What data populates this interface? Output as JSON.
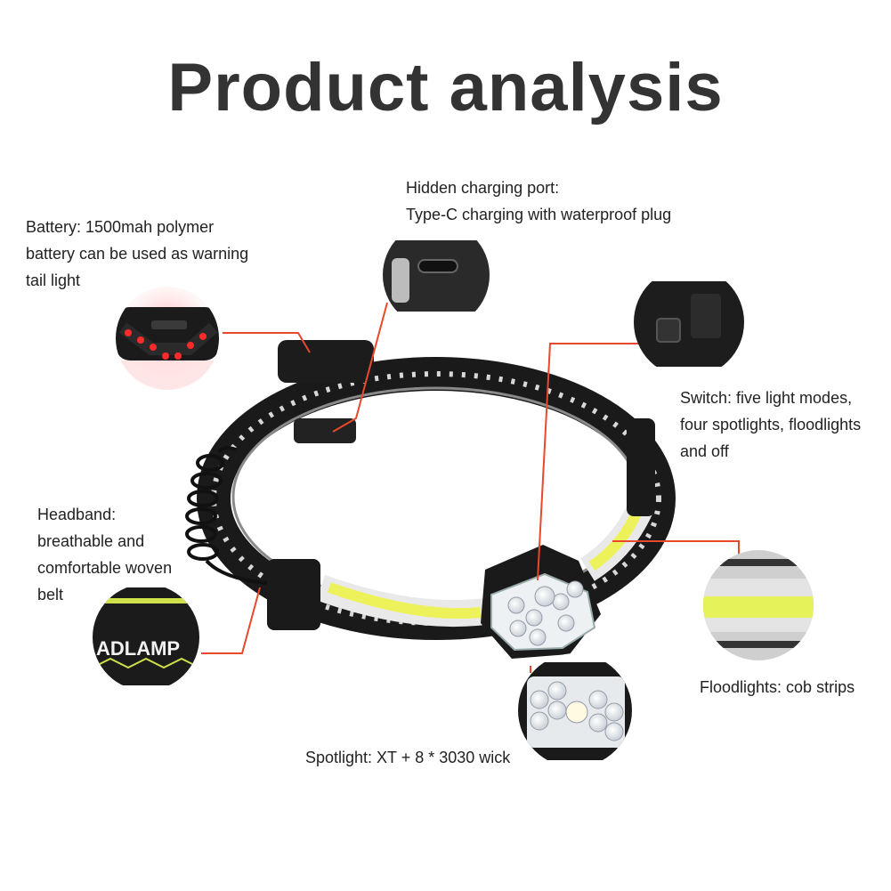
{
  "title": "Product analysis",
  "callouts": {
    "battery": [
      "Battery: 1500mah polymer",
      "battery can be used as warning",
      "tail light"
    ],
    "port": [
      "Hidden charging port:",
      "Type-C charging with waterproof plug"
    ],
    "switch": [
      "Switch: five light modes,",
      "four spotlights, floodlights",
      "and off"
    ],
    "headband": [
      "Headband:",
      "breathable and",
      "comfortable woven",
      "belt"
    ],
    "floodlights": [
      "Floodlights: cob strips"
    ],
    "spotlight": [
      "Spotlight: XT + 8 * 3030 wick"
    ]
  },
  "band_text": "ADLAMP",
  "colors": {
    "leader_line": "#e8482b",
    "cob": "#e6f25a",
    "band": "#1b1b1b",
    "led_red": "#ff2a2a"
  }
}
